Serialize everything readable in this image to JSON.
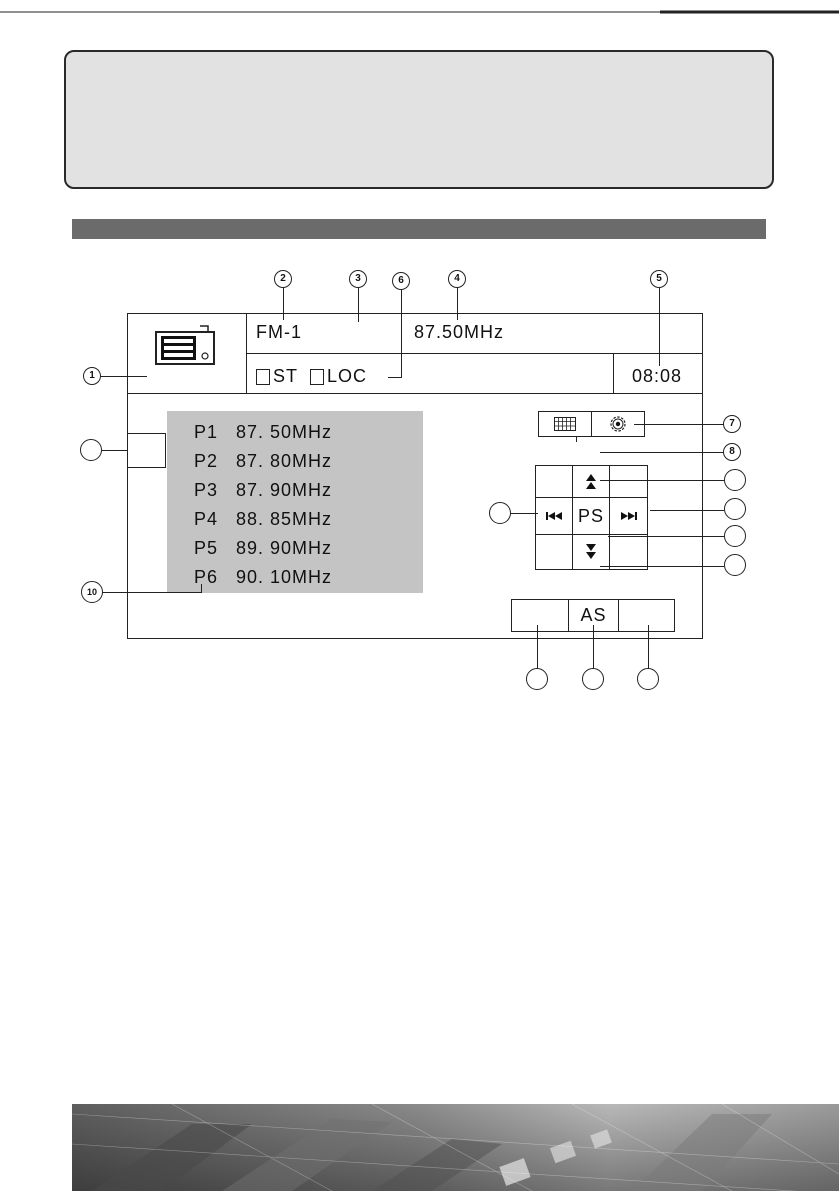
{
  "radio_screen": {
    "band": "FM-1",
    "frequency": "87.50MHz",
    "clock": "08:08",
    "indicators": {
      "st_label": "ST",
      "loc_label": "LOC"
    },
    "presets": [
      {
        "num": "P1",
        "freq": "87. 50MHz"
      },
      {
        "num": "P2",
        "freq": "87. 80MHz"
      },
      {
        "num": "P3",
        "freq": "87. 90MHz"
      },
      {
        "num": "P4",
        "freq": "88. 85MHz"
      },
      {
        "num": "P5",
        "freq": "89. 90MHz"
      },
      {
        "num": "P6",
        "freq": "90. 10MHz"
      }
    ],
    "nav_pad": {
      "center_label": "PS"
    },
    "bottom_bar": {
      "center_label": "AS"
    },
    "icons": {
      "source": "radio-icon",
      "settings": "gear-icon",
      "grid": "keypad-grid-icon",
      "prev": "skip-previous-icon",
      "next": "skip-next-icon",
      "up": "double-up-arrow-icon",
      "down": "double-down-arrow-icon"
    }
  },
  "callouts": {
    "c1": "1",
    "c2": "2",
    "c3": "3",
    "c4": "4",
    "c5": "5",
    "c6": "6",
    "c7": "7",
    "c8": "8",
    "c10": "10"
  }
}
